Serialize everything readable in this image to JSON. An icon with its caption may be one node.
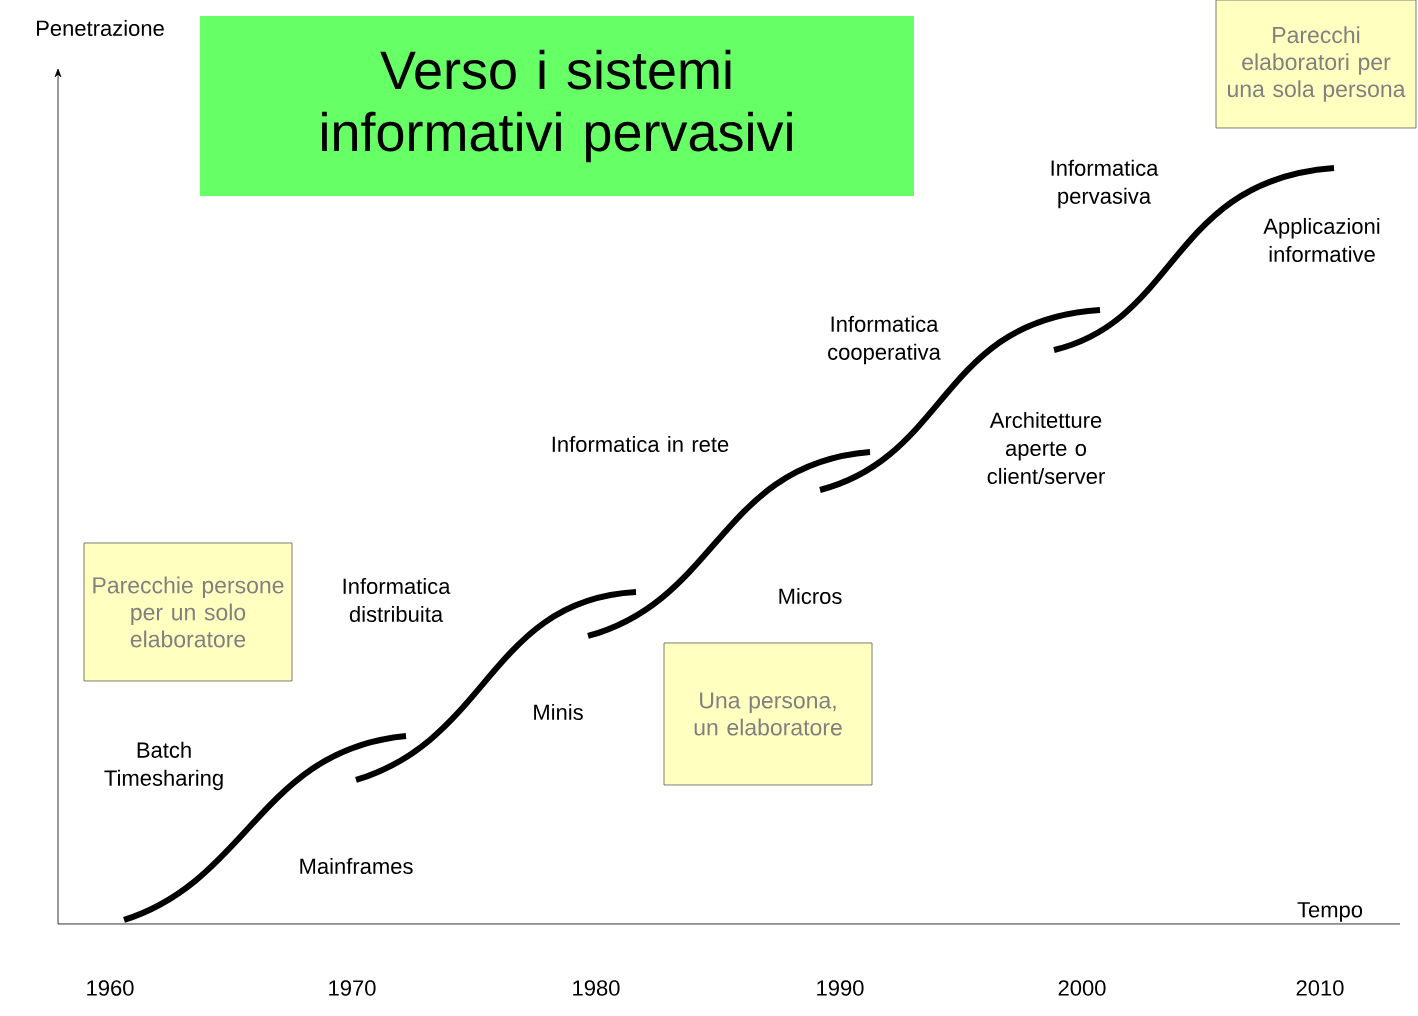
{
  "diagram": {
    "title": "Verso i sistemi informativi pervasivi",
    "nodes": [
      {
        "text": [
          "Parecchi elaboratori per una sola persona"
        ]
      },
      {
        "text": [
          "Parecchie persone per un solo elaboratore"
        ]
      },
      {
        "text": [
          "Una persona, un elaboratore"
        ]
      }
    ],
    "labels": [
      "Penetrazione",
      "Informatica pervasiva",
      "Applicazioni informative",
      "Informatica cooperativa",
      "Informatica in rete",
      "Architetture aperte o client/server",
      "Informatica distribuita",
      "Micros",
      "Minis",
      "Batch Timesharing",
      "Mainframes",
      "Tempo",
      "1960",
      "1970",
      "1980",
      "1990",
      "2000",
      "2010"
    ]
  }
}
